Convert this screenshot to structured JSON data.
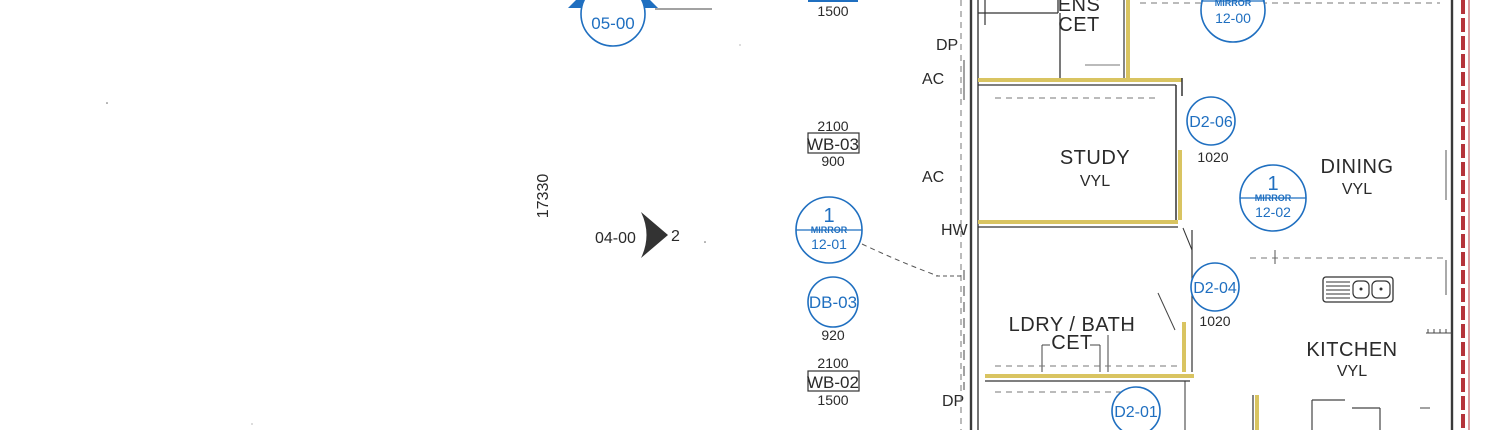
{
  "rooms": {
    "ens": "ENS",
    "ens_fin": "CET",
    "study": "STUDY",
    "study_fin": "VYL",
    "dining": "DINING",
    "dining_fin": "VYL",
    "laundry": "LDRY / BATH",
    "laundry_fin": "CET",
    "kitchen": "KITCHEN",
    "kitchen_fin": "VYL"
  },
  "services": {
    "dp_top": "DP",
    "ac_top": "AC",
    "ac_mid": "AC",
    "hw": "HW",
    "dp_bottom": "DP"
  },
  "windows": {
    "wb03": {
      "tag": "WB-03",
      "height": "2100",
      "width": "900"
    },
    "wb02": {
      "tag": "WB-02",
      "height": "2100",
      "width": "1500"
    },
    "top_width": "1500"
  },
  "doors": {
    "d206": {
      "tag": "D2-06",
      "width": "1020"
    },
    "d204": {
      "tag": "D2-04",
      "width": "1020"
    },
    "d201": {
      "tag": "D2-01"
    },
    "db03": {
      "tag": "DB-03",
      "width": "920"
    }
  },
  "elevations": {
    "e1201": {
      "num": "1",
      "mirror": "MIRROR",
      "ref": "12-01"
    },
    "e1202": {
      "num": "1",
      "mirror": "MIRROR",
      "ref": "12-02"
    },
    "e1200": {
      "mirror": "MIRROR",
      "ref": "12-00"
    }
  },
  "section_ref": "05-00",
  "section_marker": {
    "sheet": "04-00",
    "num": "2"
  },
  "overall_dim": "17330",
  "colors": {
    "tag_blue": "#1f6fc0",
    "wall_yellow": "#d9c461",
    "boundary_red": "#b5333a"
  }
}
